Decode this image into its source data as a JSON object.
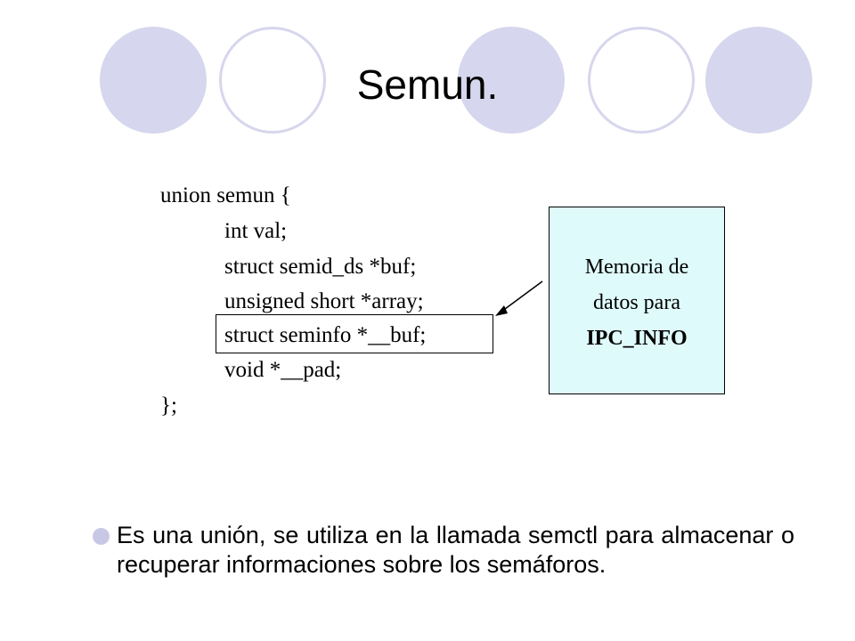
{
  "slide": {
    "title": "Semun.",
    "code_lines": [
      "union semun {",
      "int val;",
      "struct semid_ds *buf;",
      "unsigned short *array;",
      "struct seminfo *__buf;",
      "void *__pad;",
      "};"
    ],
    "note": {
      "lines": [
        "Memoria de",
        "datos para",
        "IPC_INFO"
      ],
      "background": "#dffafa"
    },
    "bullet_text": "Es una unión, se utiliza en la llamada semctl para almacenar o recuperar informaciones sobre los semáforos.",
    "accent_color": "#d6d6ee"
  }
}
